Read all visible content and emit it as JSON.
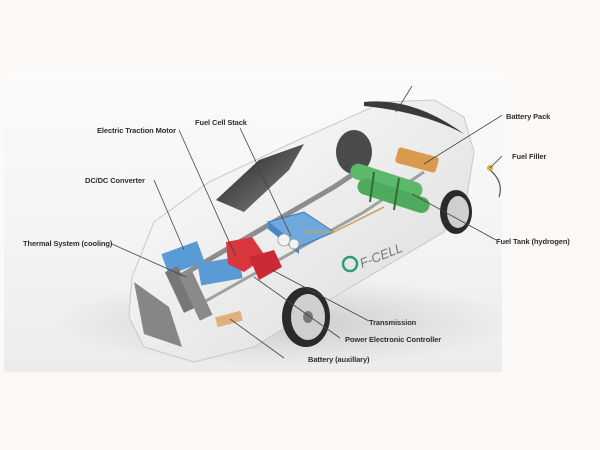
{
  "diagram": {
    "subject": "Fuel cell electric vehicle cutaway",
    "badge_text": "F-CELL",
    "labels": [
      {
        "id": "fuel-cell-stack",
        "text": "Fuel Cell Stack"
      },
      {
        "id": "electric-traction-motor",
        "text": "Electric Traction Motor"
      },
      {
        "id": "dc-dc-converter",
        "text": "DC/DC Converter"
      },
      {
        "id": "thermal-system",
        "text": "Thermal System (cooling)"
      },
      {
        "id": "battery-pack",
        "text": "Battery Pack"
      },
      {
        "id": "fuel-filler",
        "text": "Fuel Filler"
      },
      {
        "id": "fuel-tank",
        "text": "Fuel Tank (hydrogen)"
      },
      {
        "id": "transmission",
        "text": "Transmission"
      },
      {
        "id": "power-electronic-controller",
        "text": "Power Electronic Controller"
      },
      {
        "id": "battery-auxiliary",
        "text": "Battery (auxillary)"
      }
    ],
    "colors": {
      "background": "#fdf9f6",
      "panel": "#f3f3f3",
      "car_body": "#e9e9e9",
      "fuel_cell_stack": "#5b9bd5",
      "motor": "#d9363e",
      "fuel_tank": "#5cb86a",
      "battery_pack": "#d99a4e",
      "leader_line": "#444444"
    }
  }
}
